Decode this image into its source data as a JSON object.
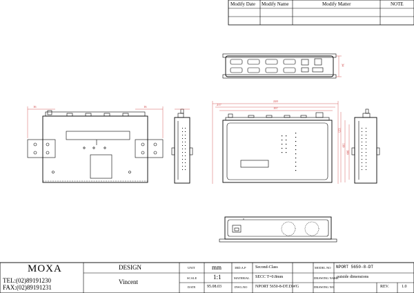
{
  "revision_table": {
    "headers": [
      "Modify Date",
      "Modify Name",
      "Modify Matter",
      "NOTE"
    ]
  },
  "title_block": {
    "company": "MOXA",
    "tel": "TEL:(02)89191230",
    "fax": "FAX:(02)89191231",
    "design_label": "DESIGN",
    "designer": "Vincent",
    "unit_label": "UNIT",
    "unit_value": "mm",
    "scale_label": "SCALE",
    "scale_value": "1:1",
    "date_label": "DATE",
    "date_value": "95.08.03",
    "third_ap_label": "3RD.A.P",
    "third_ap_value": "Second-Class",
    "material_label": "MATERIAL",
    "material_value": "SECC T=0.8mm",
    "dwgno_label": "DWG.NO",
    "dwgno_value": "NPORT 5650-8-DT.DWG",
    "model_no_label": "MODEL NO",
    "model_no_value": "NPORT 5650-8-DT",
    "drawing_name_label": "DRAWING NAME",
    "drawing_name_value": "outside dimensions",
    "drawing_no_label": "DRAWING NO",
    "rev_label": "REV.",
    "rev_value": "1.0"
  },
  "dimensions": {
    "top_height": "34",
    "left_width_a": "16",
    "left_width_b": "16",
    "front_width_a": "220",
    "front_width_b": "217",
    "front_width_c": "197",
    "front_h_a": "125",
    "front_h_b": "110",
    "front_h_c": "100"
  }
}
